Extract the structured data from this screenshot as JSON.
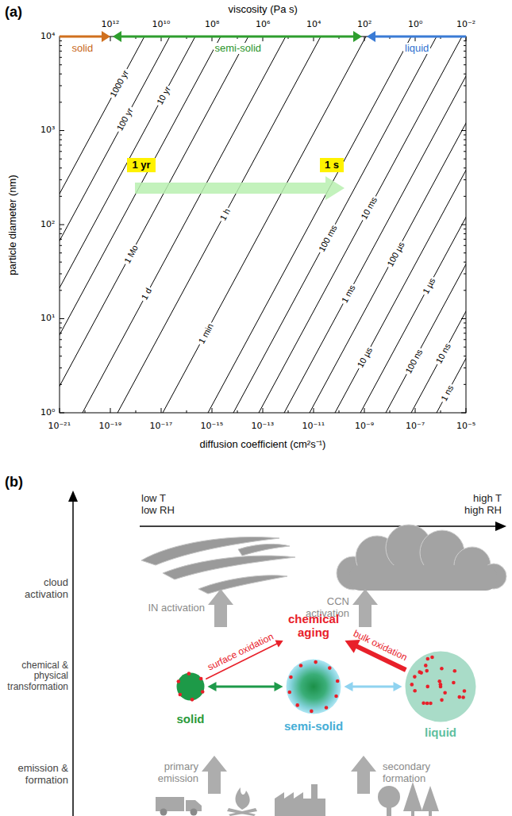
{
  "diagram": {
    "nodes": [
      {
        "text": [
          "1 yr"
        ]
      },
      {
        "text": [
          "1 s"
        ]
      },
      {
        "text": [
          "chemical aging"
        ]
      },
      {
        "text": [
          "solid"
        ]
      },
      {
        "text": [
          "semi-solid"
        ]
      },
      {
        "text": [
          "liquid"
        ]
      }
    ],
    "edges": [
      {
        "from": 3,
        "to": 2,
        "arrow": "to",
        "label": "surface oxidation"
      },
      {
        "from": 5,
        "to": 2,
        "arrow": "to",
        "label": "bulk oxidation"
      },
      {
        "from": 3,
        "to": 4,
        "arrow": "both"
      },
      {
        "from": 4,
        "to": 5,
        "arrow": "both"
      }
    ],
    "labels": [
      "(a)",
      "viscosity (Pa s)",
      "10¹²",
      "10¹⁰",
      "10⁸",
      "10⁶",
      "10⁴",
      "10²",
      "10⁰",
      "10⁻²",
      "10⁴",
      "10³",
      "10²",
      "10¹",
      "10⁰",
      "particle diameter (nm)",
      "10⁻²¹",
      "10⁻¹⁹",
      "10⁻¹⁷",
      "10⁻¹⁵",
      "10⁻¹³",
      "10⁻¹¹",
      "10⁻⁹",
      "10⁻⁷",
      "10⁻⁵",
      "diffusion coefficient (cm²s⁻¹)",
      "solid",
      "semi-solid",
      "liquid",
      "1000 yr",
      "100 yr",
      "10 yr",
      "1 Mo",
      "1 d",
      "1 min",
      "1 h",
      "100 ms",
      "10 ms",
      "1 ms",
      "100 µs",
      "1 µs",
      "10 µs",
      "100 ns",
      "10 ns",
      "1 ns",
      "(b)",
      "low T low RH",
      "high T high RH",
      "cloud activation",
      "chemical & physical transformation",
      "emission & formation",
      "IN activation",
      "CCN activation",
      "primary emission",
      "secondary formation"
    ]
  }
}
